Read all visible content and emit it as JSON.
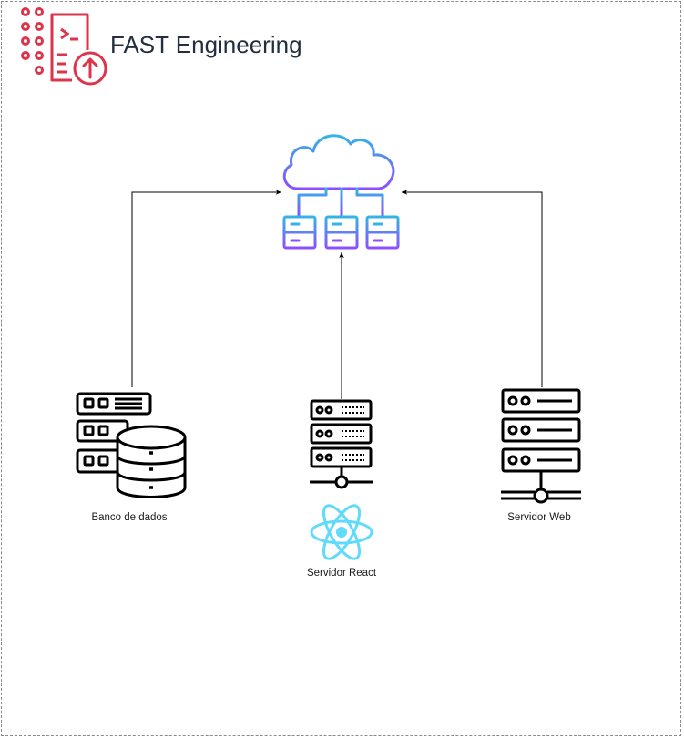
{
  "header": {
    "title": "FAST Engineering",
    "logo_icon": "code-pipeline-logo-icon",
    "logo_color": "#dd344c"
  },
  "nodes": {
    "cloud": {
      "icon": "cloud-servers-icon",
      "gradient_colors": [
        "#34b4e6",
        "#8c4fff"
      ]
    },
    "database": {
      "label": "Banco de dados",
      "icon": "database-server-icon"
    },
    "react_server": {
      "label": "Servidor React",
      "icon": "server-network-icon",
      "badge_icon": "react-icon",
      "badge_color": "#61dafb"
    },
    "web_server": {
      "label": "Servidor Web",
      "icon": "web-server-icon"
    }
  },
  "connectors": [
    {
      "from": "Banco de dados",
      "to": "cloud"
    },
    {
      "from": "Servidor React",
      "to": "cloud"
    },
    {
      "from": "Servidor Web",
      "to": "cloud"
    }
  ],
  "colors": {
    "frame_border": "#8a8a8a",
    "text": "#232f3e",
    "icon_stroke": "#000000"
  }
}
